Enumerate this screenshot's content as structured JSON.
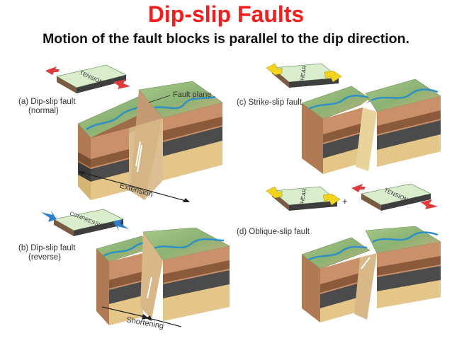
{
  "title": "Dip-slip Faults",
  "subtitle": "Motion of the fault blocks is parallel to the dip direction.",
  "panels": {
    "a": {
      "caption_line1": "(a) Dip-slip fault",
      "caption_line2": "(normal)",
      "stress_label": "TENSION",
      "callout": "Fault plane",
      "motion_label": "Extension"
    },
    "b": {
      "caption_line1": "(b) Dip-slip fault",
      "caption_line2": "(reverse)",
      "stress_label": "COMPRESSION",
      "motion_label": "Shortening"
    },
    "c": {
      "caption": "(c) Strike-slip fault",
      "stress_label": "SHEAR"
    },
    "d": {
      "caption": "(d) Oblique-slip fault",
      "stress_label_1": "SHEAR",
      "plus": "+",
      "stress_label_2": "TENSION"
    }
  },
  "colors": {
    "title": "#ff1a1a",
    "surface": "#8bb373",
    "river": "#2f8fc7",
    "soil_upper": "#c9906a",
    "soil_mid": "#9e6b48",
    "dark_layer": "#4b4b4b",
    "sand_layer": "#e3c688",
    "arrow_red": "#e03a3a",
    "arrow_blue": "#2a7fd0",
    "arrow_yellow": "#f2d41a"
  }
}
